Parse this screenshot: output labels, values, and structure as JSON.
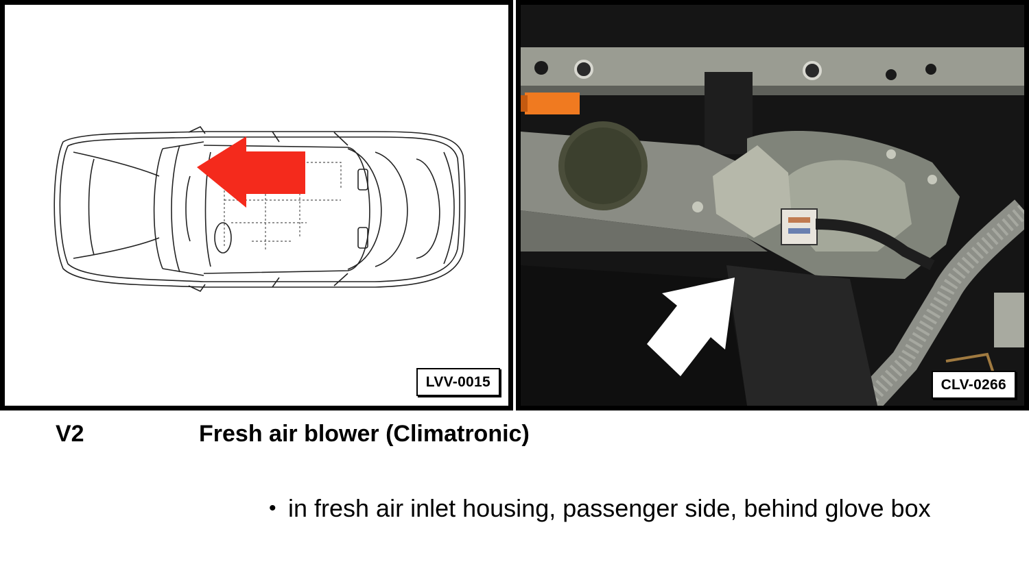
{
  "figures": {
    "left_code": "LVV-0015",
    "right_code": "CLV-0266"
  },
  "component": {
    "code": "V2",
    "name": "Fresh air blower (Climatronic)"
  },
  "location": {
    "bullet": "•",
    "text": "in fresh air inlet housing, passenger side, behind glove box"
  },
  "colors": {
    "locator_arrow": "#f42a1c",
    "photo_arrow": "#ffffff"
  }
}
